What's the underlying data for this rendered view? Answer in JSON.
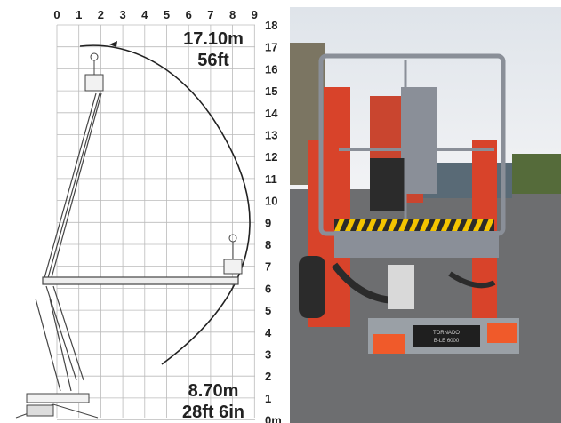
{
  "diagram": {
    "x_ticks": [
      "0",
      "1",
      "2",
      "3",
      "4",
      "5",
      "6",
      "7",
      "8",
      "9"
    ],
    "y_ticks": [
      "18",
      "17",
      "16",
      "15",
      "14",
      "13",
      "12",
      "11",
      "10",
      "9",
      "8",
      "7",
      "6",
      "5",
      "4",
      "3",
      "2",
      "1",
      "0m"
    ],
    "max_height": {
      "meters": "17.10m",
      "feet": "56ft"
    },
    "max_outreach": {
      "meters": "8.70m",
      "feet": "28ft 6in"
    }
  },
  "photo": {
    "plate_text": [
      "TORNADO",
      "B-LE 6000"
    ],
    "colors": {
      "machine_red": "#d8432a",
      "frame_grey": "#8a8f98",
      "hazard_yellow": "#f4c400",
      "sky": "#e9ecf0",
      "pavement": "#6d6e70"
    }
  }
}
